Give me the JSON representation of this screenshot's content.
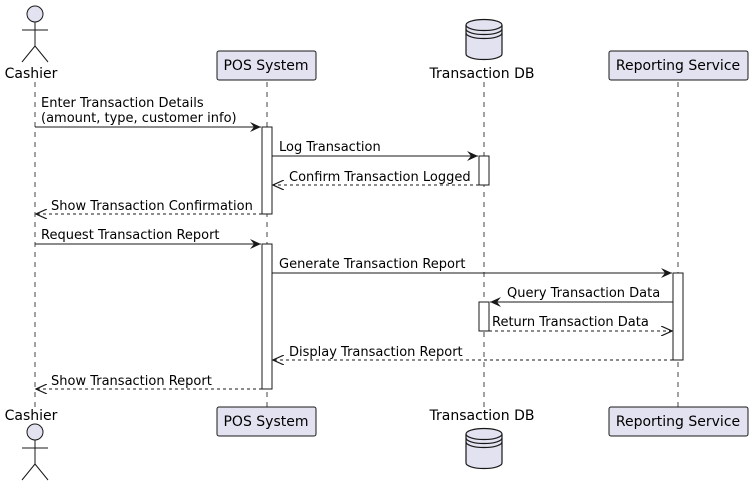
{
  "colors": {
    "participant_fill": "#E2E2F0",
    "participant_stroke": "#181818",
    "lifeline": "#181818",
    "activation_fill": "#ffffff",
    "line": "#181818",
    "background": "#ffffff"
  },
  "participants": [
    {
      "id": "cashier",
      "label": "Cashier",
      "kind": "actor"
    },
    {
      "id": "pos",
      "label": "POS System",
      "kind": "participant"
    },
    {
      "id": "db",
      "label": "Transaction DB",
      "kind": "database"
    },
    {
      "id": "reporting",
      "label": "Reporting Service",
      "kind": "participant"
    }
  ],
  "messages": [
    {
      "from": "cashier",
      "to": "pos",
      "lines": [
        "Enter Transaction Details",
        "(amount, type, customer info)"
      ],
      "style": "solid"
    },
    {
      "from": "pos",
      "to": "db",
      "lines": [
        "Log Transaction"
      ],
      "style": "solid"
    },
    {
      "from": "db",
      "to": "pos",
      "lines": [
        "Confirm Transaction Logged"
      ],
      "style": "dashed"
    },
    {
      "from": "pos",
      "to": "cashier",
      "lines": [
        "Show Transaction Confirmation"
      ],
      "style": "dashed"
    },
    {
      "from": "cashier",
      "to": "pos",
      "lines": [
        "Request Transaction Report"
      ],
      "style": "solid"
    },
    {
      "from": "pos",
      "to": "reporting",
      "lines": [
        "Generate Transaction Report"
      ],
      "style": "solid"
    },
    {
      "from": "reporting",
      "to": "db",
      "lines": [
        "Query Transaction Data"
      ],
      "style": "solid"
    },
    {
      "from": "db",
      "to": "reporting",
      "lines": [
        "Return Transaction Data"
      ],
      "style": "dashed"
    },
    {
      "from": "reporting",
      "to": "pos",
      "lines": [
        "Display Transaction Report"
      ],
      "style": "dashed"
    },
    {
      "from": "pos",
      "to": "cashier",
      "lines": [
        "Show Transaction Report"
      ],
      "style": "dashed"
    }
  ]
}
